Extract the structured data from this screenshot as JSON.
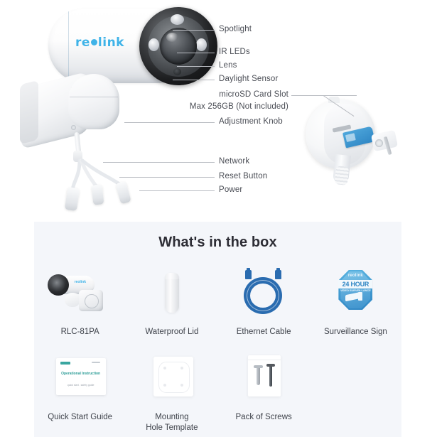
{
  "page": {
    "background": "#ffffff",
    "panel_background": "#f4f6fa",
    "brand_blue": "#3fb3e8",
    "accent_blue": "#2a6cb0"
  },
  "diagram": {
    "product_logo": "reolink",
    "callouts": [
      {
        "id": "spotlight",
        "label": "Spotlight"
      },
      {
        "id": "ir-leds",
        "label": "IR LEDs"
      },
      {
        "id": "lens",
        "label": "Lens"
      },
      {
        "id": "daylight-sensor",
        "label": "Daylight Sensor"
      },
      {
        "id": "microsd-card-slot",
        "label": "microSD Card Slot"
      },
      {
        "id": "microsd-capacity",
        "label": "Max 256GB (Not included)"
      },
      {
        "id": "adjustment-knob",
        "label": "Adjustment Knob"
      },
      {
        "id": "network",
        "label": "Network"
      },
      {
        "id": "reset-button",
        "label": "Reset Button"
      },
      {
        "id": "power",
        "label": "Power"
      }
    ]
  },
  "box": {
    "title": "What's in the box",
    "items_row1": [
      {
        "id": "rlc-81pa",
        "label": "RLC-81PA"
      },
      {
        "id": "waterproof-lid",
        "label": "Waterproof Lid"
      },
      {
        "id": "ethernet-cable",
        "label": "Ethernet Cable"
      },
      {
        "id": "surveillance-sign",
        "label": "Surveillance Sign"
      }
    ],
    "items_row2": [
      {
        "id": "quick-start-guide",
        "label": "Quick Start Guide"
      },
      {
        "id": "mounting-hole-template",
        "label": "Mounting\nHole Template"
      },
      {
        "id": "pack-of-screws",
        "label": "Pack of Screws"
      }
    ],
    "sign_graphic": {
      "brand": "reolink",
      "headline": "24 HOUR",
      "subline": "VIDEO SURVEILLANCE"
    },
    "guide_graphic": {
      "title": "Operational Instruction",
      "footer": "quick start  .  safety guide"
    }
  }
}
